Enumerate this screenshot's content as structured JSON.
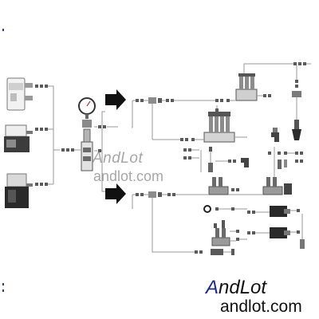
{
  "watermark": {
    "brand": "AndLot",
    "url": "andlot.com"
  },
  "logo": {
    "brand_initial": "A",
    "brand_rest": "ndLot",
    "url": "andlot.com"
  },
  "icons": {
    "pressure_gauge": "pressure-gauge-icon",
    "flow_arrow": "flow-arrow-icon",
    "pump": "lubrication-pump-icon",
    "filter": "filter-icon",
    "distributor": "distributor-block-icon",
    "meter_valve": "metering-valve-icon",
    "cylinder": "cylinder-icon",
    "nozzle": "nozzle-icon"
  },
  "colors": {
    "brand_blue": "#1c2e8f",
    "pipe": "#9a9a9a",
    "fitting": "#5a5a5a",
    "pump_tank": "#2a2a2a"
  }
}
